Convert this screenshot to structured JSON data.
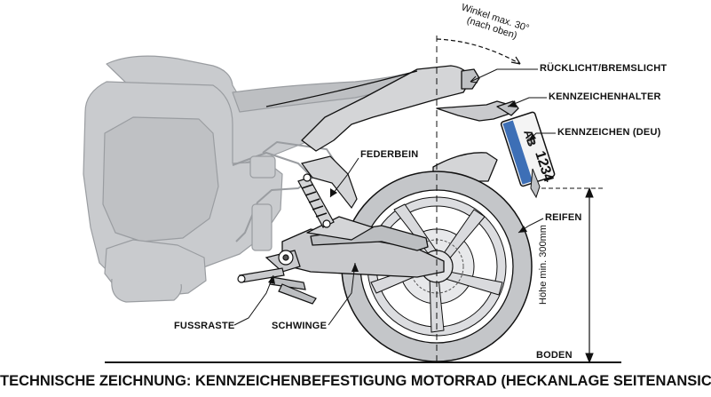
{
  "angle": {
    "line1": "Winkel max. 30°",
    "line2": "(nach oben)"
  },
  "labels": {
    "ruecklicht": "RÜCKLICHT/BREMSLICHT",
    "halter": "KENNZEICHENHALTER",
    "kennzeichen": "KENNZEICHEN (DEU)",
    "federbein": "FEDERBEIN",
    "reifen": "REIFEN",
    "fussraste": "FUSSRASTE",
    "schwinge": "SCHWINGE",
    "boden": "BODEN"
  },
  "plate": {
    "line1": "AB",
    "line2": "1234"
  },
  "dimension": {
    "height": "Höhe min. 300mm"
  },
  "caption": "TECHNISCHE ZEICHNUNG: KENNZEICHENBEFESTIGUNG MOTORRAD (HECKANLAGE SEITENANSICHT)",
  "colors": {
    "ghost_body": "#c9cbce",
    "ghost_outline": "#9a9da1",
    "rear_section": "#d4d5d7",
    "tire": "#c4c6c9",
    "line": "#111111",
    "plate_blue": "#3d6fb6"
  }
}
